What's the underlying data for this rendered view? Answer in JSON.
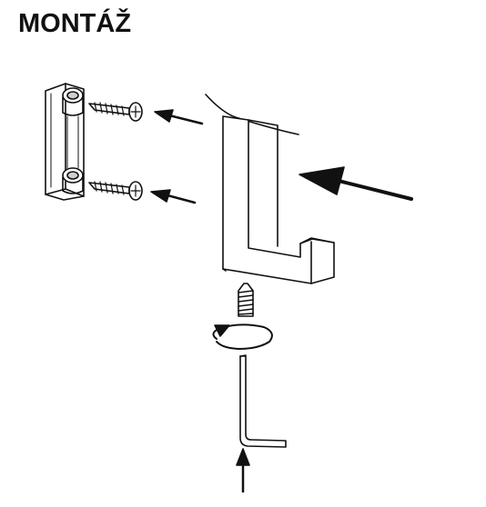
{
  "title": "MONTÁŽ",
  "colors": {
    "ink": "#111111",
    "background": "#ffffff",
    "shade": "#cfcfcf"
  },
  "parts": [
    "mounting-clip",
    "wood-screw",
    "hook",
    "grub-screw",
    "allen-key"
  ],
  "icons": [
    "arrow-icon",
    "rotation-arrow-icon"
  ]
}
